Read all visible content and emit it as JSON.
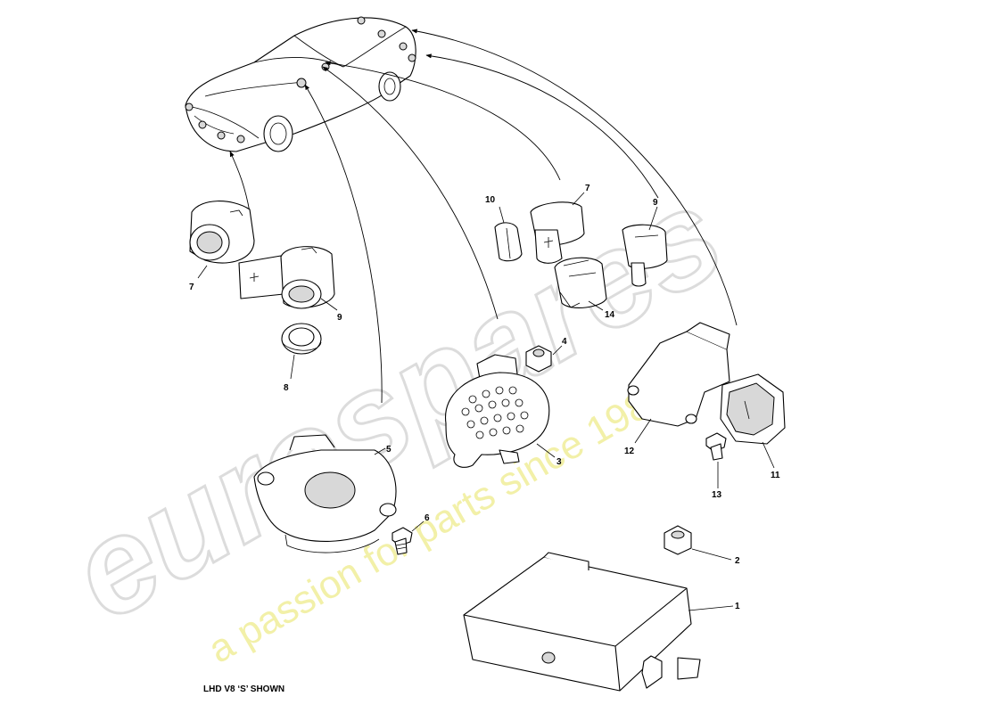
{
  "watermark": {
    "brand": "eurospares",
    "tagline": "a passion for parts since 1985"
  },
  "caption": "LHD V8 ‘S’ SHOWN",
  "callouts": {
    "c1": "1",
    "c2": "2",
    "c3": "3",
    "c4": "4",
    "c5": "5",
    "c6": "6",
    "c7a": "7",
    "c7b": "7",
    "c8": "8",
    "c9a": "9",
    "c9b": "9",
    "c10": "10",
    "c11": "11",
    "c12": "12",
    "c13": "13",
    "c14": "14"
  },
  "colors": {
    "line": "#000000",
    "watermark_grey": "#dcdcdc",
    "watermark_yellow": "#f2f0a8"
  }
}
